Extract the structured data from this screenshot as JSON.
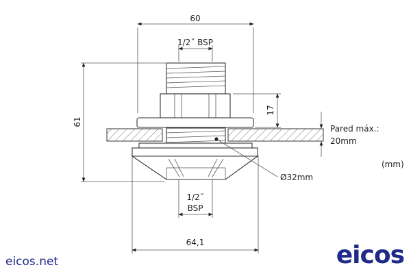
{
  "dimensions": {
    "width_top": "60",
    "thread_top": "1/2˝ BSP",
    "height_total": "61",
    "flange_height": "17",
    "wall_label": "Pared máx.:",
    "wall_value": "20mm",
    "units": "(mm)",
    "hole_diameter": "Ø32mm",
    "thread_bottom_line1": "1/2˝",
    "thread_bottom_line2": "BSP",
    "width_bottom": "64,1"
  },
  "footer": {
    "website": "eicos.net",
    "logo": "eicos"
  },
  "colors": {
    "brand": "#1f2a8a"
  }
}
